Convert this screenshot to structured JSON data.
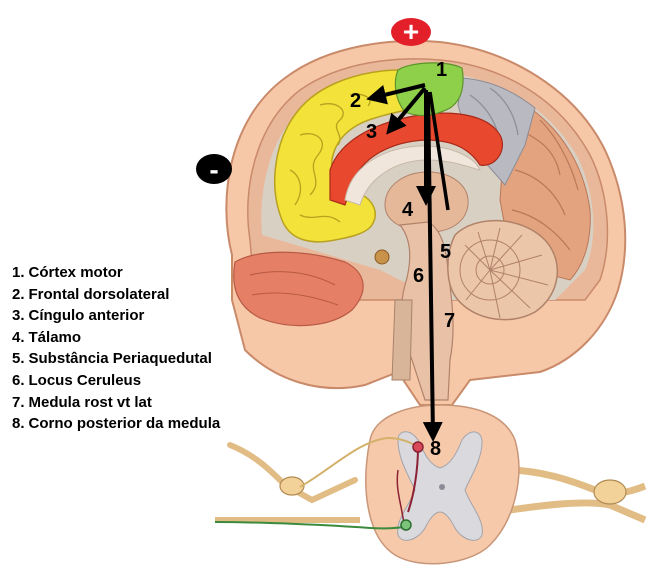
{
  "legend": [
    {
      "num": "1.",
      "label": "Córtex motor"
    },
    {
      "num": "2.",
      "label": "Frontal dorsolateral"
    },
    {
      "num": "3.",
      "label": "Cíngulo anterior"
    },
    {
      "num": "4.",
      "label": "Tálamo"
    },
    {
      "num": "5.",
      "label": "Substância Periaquedutal"
    },
    {
      "num": "6.",
      "label": "Locus Ceruleus"
    },
    {
      "num": "7.",
      "label": "Medula rost vt lat"
    },
    {
      "num": "8.",
      "label": "Corno posterior da medula"
    }
  ],
  "markers": {
    "plus": "+",
    "minus": "-"
  },
  "diagram_numbers": [
    "1",
    "2",
    "3",
    "4",
    "5",
    "6",
    "7",
    "8"
  ],
  "colors": {
    "motor_cortex": "#8fd04a",
    "frontal_cortex": "#f2e23a",
    "cingulate": "#e8482e",
    "parietal": "#b9b9c2",
    "occipital": "#e2a37e",
    "skin": "#f7c8a8",
    "plus_marker": "#e3202a"
  }
}
